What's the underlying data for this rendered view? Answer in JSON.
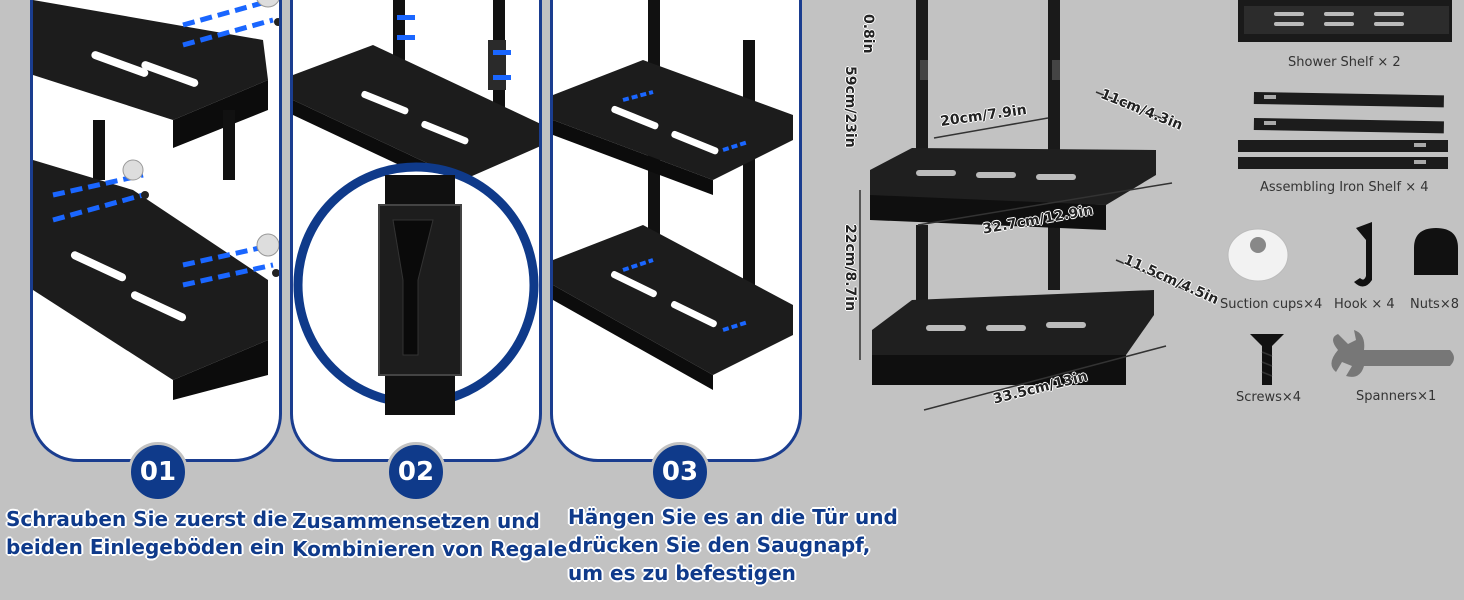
{
  "steps": [
    {
      "number": "01",
      "text": "Schrauben Sie zuerst die\nbeiden Einlegeböden ein"
    },
    {
      "number": "02",
      "text": "Zusammensetzen und\nKombinieren von Regale"
    },
    {
      "number": "03",
      "text": "Hängen Sie es an die Tür und\ndrücken Sie den Saugnapf,\num es zu befestigen"
    }
  ],
  "dimensions": {
    "top_gap": "0.8in",
    "total_height": "59cm/23in",
    "shelf_gap": "22cm/8.7in",
    "hanger_gap": "20cm/7.9in",
    "top_depth": "11cm/4.3in",
    "top_width": "32.7cm/12.9in",
    "bottom_depth": "11.5cm/4.5in",
    "bottom_width": "33.5cm/13in"
  },
  "parts": {
    "shower_shelf": "Shower Shelf × 2",
    "iron_shelf": "Assembling Iron Shelf × 4",
    "suction": "Suction cups×4",
    "hook": "Hook × 4",
    "nuts": "Nuts×8",
    "screws": "Screws×4",
    "spanners": "Spanners×1"
  }
}
